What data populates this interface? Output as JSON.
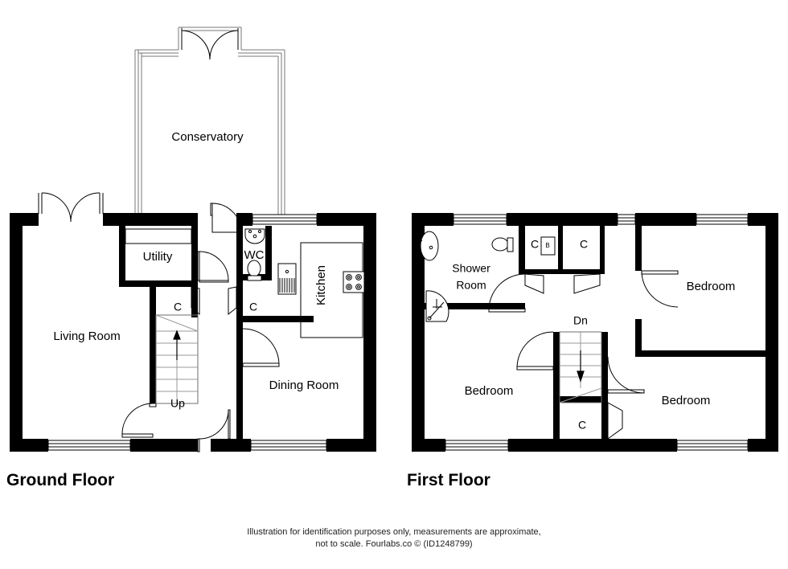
{
  "document": {
    "type": "floor-plan-illustration",
    "floors": [
      {
        "id": "ground",
        "title": "Ground Floor",
        "rooms": [
          {
            "key": "conservatory",
            "label": "Conservatory"
          },
          {
            "key": "living_room",
            "label": "Living Room"
          },
          {
            "key": "utility",
            "label": "Utility"
          },
          {
            "key": "wc",
            "label": "WC"
          },
          {
            "key": "kitchen",
            "label": "Kitchen"
          },
          {
            "key": "dining_room",
            "label": "Dining Room"
          }
        ],
        "cupboards": [
          {
            "key": "cupboard_stairs",
            "label": "C"
          },
          {
            "key": "cupboard_hall",
            "label": "C"
          }
        ],
        "stairs": {
          "key": "stairs_up",
          "label": "Up",
          "direction": "up"
        },
        "fixtures": [
          {
            "key": "kitchen-sink-icon",
            "label": "sink"
          },
          {
            "key": "kitchen-hob-icon",
            "label": "hob"
          },
          {
            "key": "wc-toilet-icon",
            "label": "toilet"
          },
          {
            "key": "wc-basin-icon",
            "label": "basin"
          },
          {
            "key": "utility-counter-icon",
            "label": "counter"
          }
        ]
      },
      {
        "id": "first",
        "title": "First Floor",
        "rooms": [
          {
            "key": "shower_room",
            "label_line1": "Shower",
            "label_line2": "Room"
          },
          {
            "key": "bedroom_1",
            "label": "Bedroom"
          },
          {
            "key": "bedroom_2",
            "label": "Bedroom"
          },
          {
            "key": "bedroom_3",
            "label": "Bedroom"
          }
        ],
        "cupboards": [
          {
            "key": "cupboard_landing_left",
            "label": "C"
          },
          {
            "key": "boiler",
            "label": "B"
          },
          {
            "key": "cupboard_landing_right",
            "label": "C"
          },
          {
            "key": "cupboard_bedroom",
            "label": "C"
          }
        ],
        "stairs": {
          "key": "stairs_down",
          "label": "Dn",
          "direction": "down"
        },
        "fixtures": [
          {
            "key": "shower-basin-icon",
            "label": "basin"
          },
          {
            "key": "shower-toilet-icon",
            "label": "toilet"
          },
          {
            "key": "shower-tray-icon",
            "label": "shower tray"
          }
        ]
      }
    ]
  },
  "footer": {
    "line1": "Illustration for identification purposes only, measurements are approximate,",
    "line2": "not to scale. Fourlabs.co © (ID1248799)"
  },
  "colors": {
    "wall": "#000000",
    "background": "#ffffff",
    "fixture_stroke": "#000000",
    "stair_tread": "#9a9a9a",
    "glass_wall": "#777777"
  }
}
